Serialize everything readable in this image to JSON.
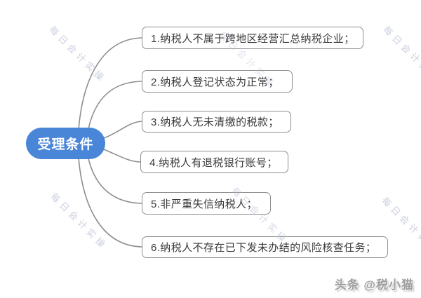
{
  "diagram": {
    "root": {
      "label": "受理条件"
    },
    "branches": [
      {
        "label": "1.纳税人不属于跨地区经营汇总纳税企业；"
      },
      {
        "label": "2.纳税人登记状态为正常；"
      },
      {
        "label": "3.纳税人无未清缴的税款；"
      },
      {
        "label": "4.纳税人有退税银行账号；"
      },
      {
        "label": "5.非严重失信纳税人；"
      },
      {
        "label": "6.纳税人不存在已下发未办结的风险核查任务；"
      }
    ]
  },
  "watermark": {
    "text": "每日会计实操"
  },
  "credit": {
    "text": "头条 @税小猫"
  },
  "colors": {
    "background": "#ffffff",
    "root_bg": "#4a86d8",
    "root_text": "#ffffff",
    "box_border": "#8f8f8f",
    "box_text": "#3a3a3a",
    "connector": "#8d8d8d",
    "watermark": "#a8b0c8",
    "credit": "#9e9e9e"
  }
}
